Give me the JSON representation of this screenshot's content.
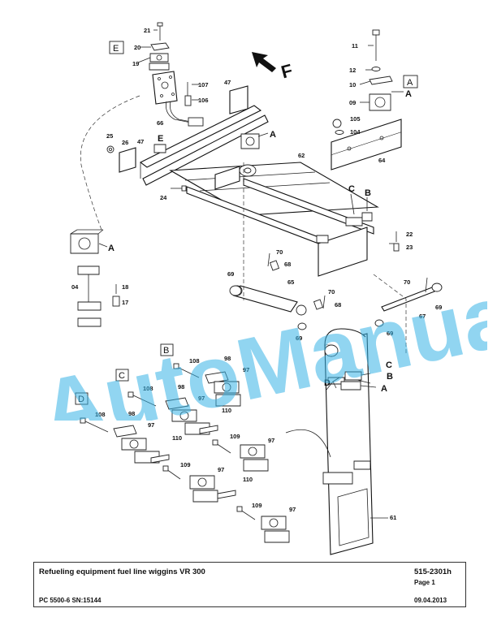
{
  "title_block": {
    "title": "Refueling equipment fuel line wiggins VR 300",
    "part_number": "515-2301h",
    "page": "Page 1",
    "model": "PC 5500-6 SN:15144",
    "date": "09.04.2013"
  },
  "watermark": "AutoManual",
  "direction_label": "F",
  "section_labels": [
    "A",
    "B",
    "C",
    "D",
    "E"
  ],
  "callouts": {
    "c21": "21",
    "c20": "20",
    "c19": "19",
    "c107": "107",
    "c106": "106",
    "c66": "66",
    "c47a": "47",
    "c47b": "47",
    "c25": "25",
    "c26": "26",
    "c24": "24",
    "c62": "62",
    "c11": "11",
    "c12": "12",
    "c10": "10",
    "c09": "09",
    "c105": "105",
    "c104": "104",
    "c64": "64",
    "c22": "22",
    "c23": "23",
    "c70a": "70",
    "c68a": "68",
    "c69a": "69",
    "c65": "65",
    "c70b": "70",
    "c68b": "68",
    "c69b": "69",
    "c69c": "69",
    "c70c": "70",
    "c69d": "69",
    "c67": "67",
    "c04": "04",
    "c18": "18",
    "c17": "17",
    "c108a": "108",
    "c98a": "98",
    "c97a": "97",
    "c108b": "108",
    "c98b": "98",
    "c97b": "97",
    "c110a": "110",
    "c109a": "109",
    "c97c": "97",
    "c108c": "108",
    "c98c": "98",
    "c97d": "97",
    "c110b": "110",
    "c109b": "109",
    "c97e": "97",
    "c110c": "110",
    "c109c": "109",
    "c97f": "97",
    "c61": "61"
  },
  "letters": {
    "la1": "A",
    "la2": "A",
    "la3": "A",
    "la4": "A",
    "lb1": "B",
    "lb2": "B",
    "lc1": "C",
    "lc2": "C",
    "ld1": "D",
    "le1": "E"
  }
}
